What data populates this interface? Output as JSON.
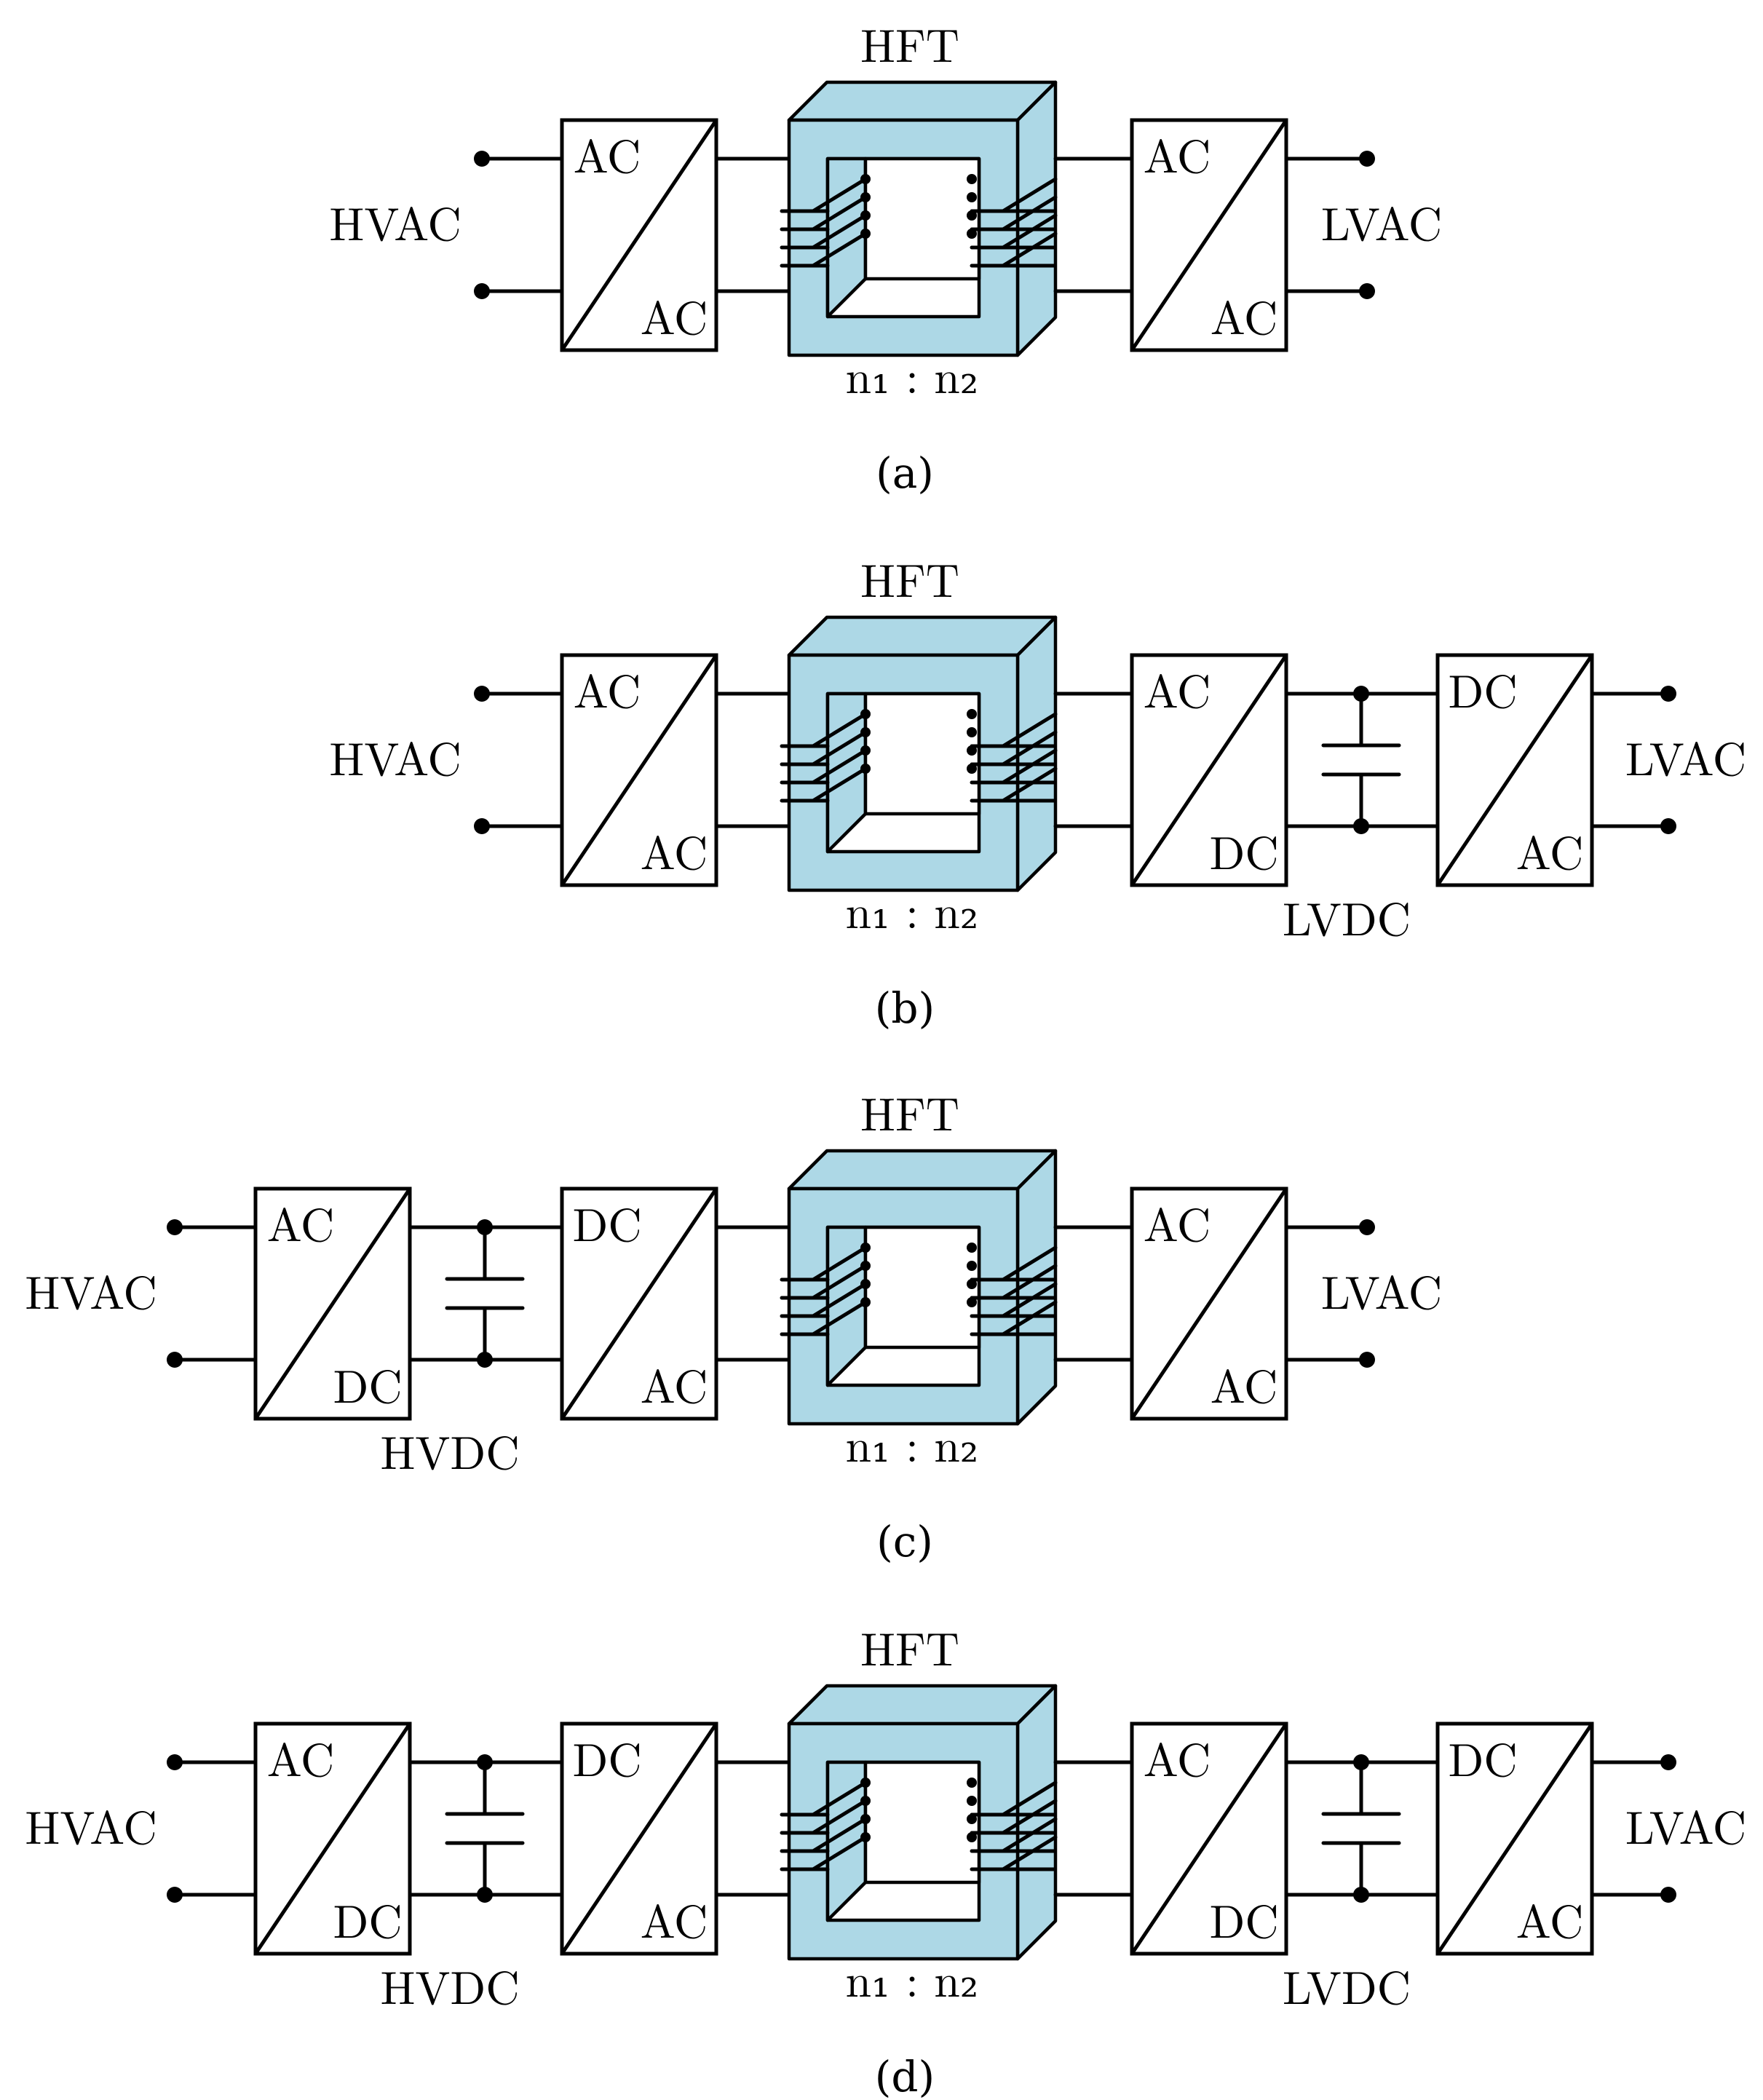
{
  "colors": {
    "core_face": "#add8e6",
    "core_top": "#add8e6",
    "core_side": "#add8e6",
    "ink": "#000000"
  },
  "transformer": {
    "label": "HFT",
    "ratio": "n₁ : n₂"
  },
  "panels": [
    {
      "caption": "(a)",
      "left_port": "HVAC",
      "right_port": "LVAC",
      "left_dc_label": "",
      "right_dc_label": "",
      "pre_converter": null,
      "left_converter": {
        "top": "AC",
        "bottom": "AC"
      },
      "right_converter": {
        "top": "AC",
        "bottom": "AC"
      },
      "post_converter": null
    },
    {
      "caption": "(b)",
      "left_port": "HVAC",
      "right_port": "LVAC",
      "left_dc_label": "",
      "right_dc_label": "LVDC",
      "pre_converter": null,
      "left_converter": {
        "top": "AC",
        "bottom": "AC"
      },
      "right_converter": {
        "top": "AC",
        "bottom": "DC"
      },
      "post_converter": {
        "top": "DC",
        "bottom": "AC"
      }
    },
    {
      "caption": "(c)",
      "left_port": "HVAC",
      "right_port": "LVAC",
      "left_dc_label": "HVDC",
      "right_dc_label": "",
      "pre_converter": {
        "top": "AC",
        "bottom": "DC"
      },
      "left_converter": {
        "top": "DC",
        "bottom": "AC"
      },
      "right_converter": {
        "top": "AC",
        "bottom": "AC"
      },
      "post_converter": null
    },
    {
      "caption": "(d)",
      "left_port": "HVAC",
      "right_port": "LVAC",
      "left_dc_label": "HVDC",
      "right_dc_label": "LVDC",
      "pre_converter": {
        "top": "AC",
        "bottom": "DC"
      },
      "left_converter": {
        "top": "DC",
        "bottom": "AC"
      },
      "right_converter": {
        "top": "AC",
        "bottom": "DC"
      },
      "post_converter": {
        "top": "DC",
        "bottom": "AC"
      }
    }
  ]
}
